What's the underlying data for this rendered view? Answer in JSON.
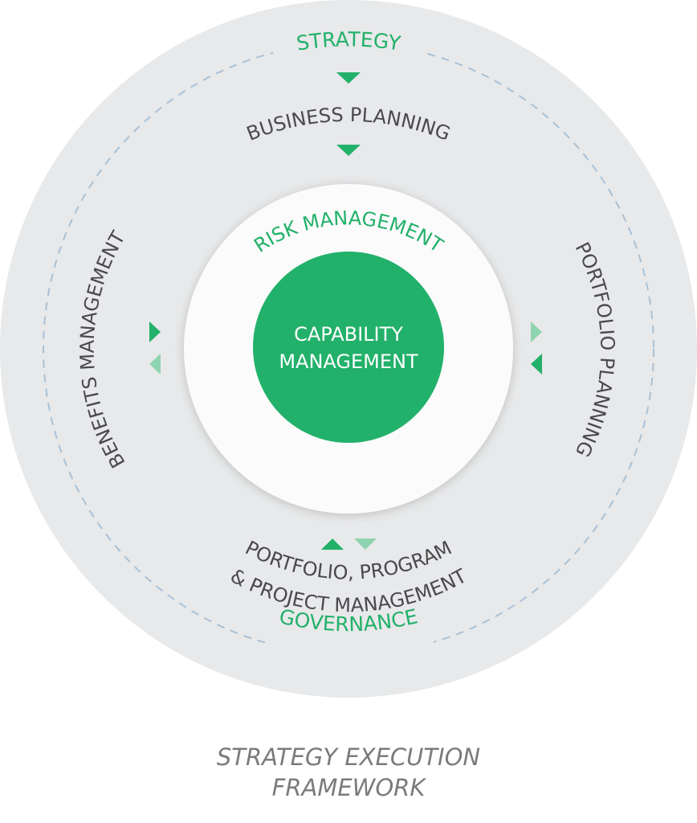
{
  "diagram": {
    "outer_top": "STRATEGY",
    "top": "BUSINESS PLANNING",
    "inner_ring": "RISK MANAGEMENT",
    "center_line1": "CAPABILITY",
    "center_line2": "MANAGEMENT",
    "right": "PORTFOLIO PLANNING",
    "left": "BENEFITS MANAGEMENT",
    "bottom_line1": "PORTFOLIO, PROGRAM",
    "bottom_line2": "& PROJECT MANAGEMENT",
    "outer_bottom": "GOVERNANCE"
  },
  "caption": {
    "line1": "STRATEGY EXECUTION",
    "line2": "FRAMEWORK"
  },
  "colors": {
    "accent_green": "#22b16a",
    "light_green": "#8fd4b0",
    "outer_ring": "#e8e9ea",
    "dashed_line": "#a9c1d6",
    "text_gray": "#4a4a4c"
  }
}
